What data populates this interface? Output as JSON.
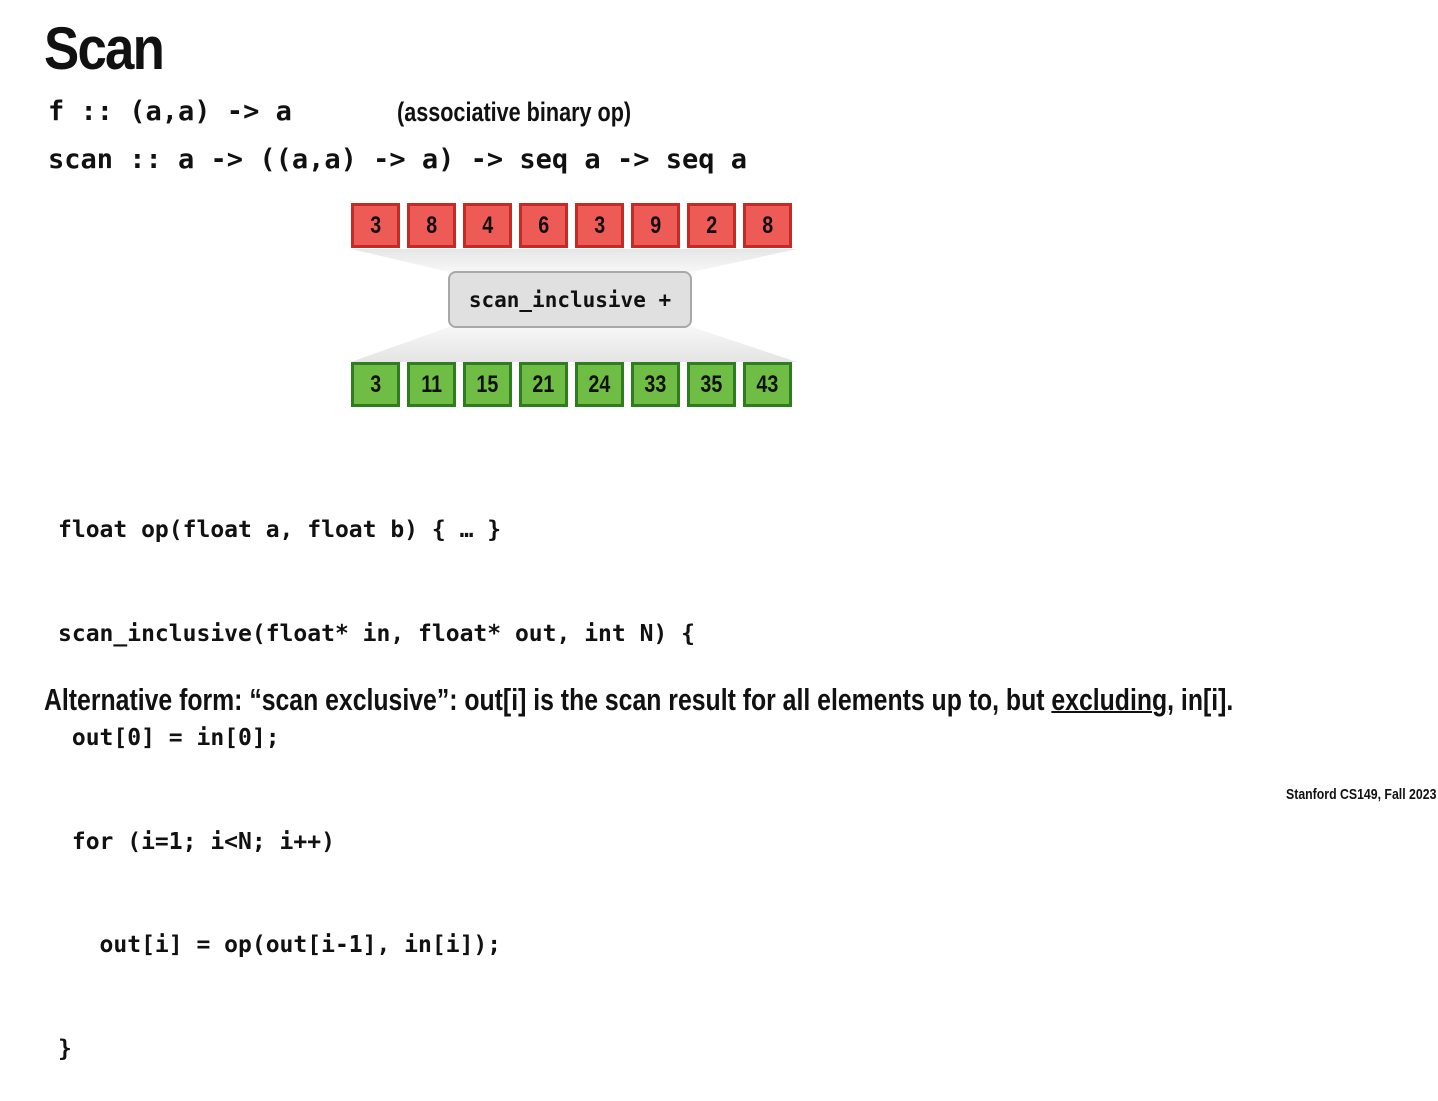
{
  "slide": {
    "title": "Scan",
    "signature_f": "f :: (a,a) -> a",
    "signature_f_note": "(associative binary op)",
    "signature_scan": "scan :: a -> ((a,a) -> a) -> seq a -> seq a",
    "input_values": [
      "3",
      "8",
      "4",
      "6",
      "3",
      "9",
      "2",
      "8"
    ],
    "operation_label": "scan_inclusive +",
    "output_values": [
      "3",
      "11",
      "15",
      "21",
      "24",
      "33",
      "35",
      "43"
    ],
    "code_lines": [
      "float op(float a, float b) { … }",
      "scan_inclusive(float* in, float* out, int N) {",
      " out[0] = in[0];",
      " for (i=1; i<N; i++)",
      "   out[i] = op(out[i-1], in[i]);",
      "}"
    ],
    "alternative": {
      "before": "Alternative form: “scan exclusive”:  out[i] is the scan result for all elements up to, but ",
      "underlined": "excluding",
      "after": ", in[i]."
    },
    "footer": "Stanford CS149, Fall 2023",
    "colors": {
      "input_fill": "#ee5a55",
      "input_border": "#c42b25",
      "output_fill": "#6fbd45",
      "output_border": "#2f7d1e",
      "op_box_fill": "#e0e0e0"
    }
  }
}
